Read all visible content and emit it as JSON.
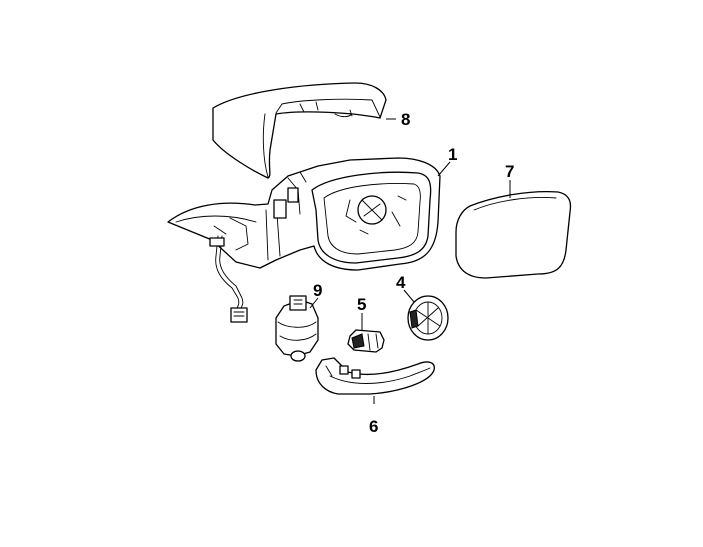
{
  "callouts": {
    "c1": "1",
    "c4": "4",
    "c5": "5",
    "c6": "6",
    "c7": "7",
    "c8": "8",
    "c9": "9"
  },
  "parts": [
    {
      "callout": "1",
      "icon": "mirror-housing-assembly-icon"
    },
    {
      "callout": "4",
      "icon": "mirror-actuator-motor-icon"
    },
    {
      "callout": "5",
      "icon": "puddle-lamp-icon"
    },
    {
      "callout": "6",
      "icon": "turn-signal-lamp-icon"
    },
    {
      "callout": "7",
      "icon": "mirror-glass-icon"
    },
    {
      "callout": "8",
      "icon": "mirror-cover-cap-icon"
    },
    {
      "callout": "9",
      "icon": "power-fold-motor-icon"
    }
  ],
  "colors": {
    "line": "#000000",
    "background": "#ffffff"
  }
}
